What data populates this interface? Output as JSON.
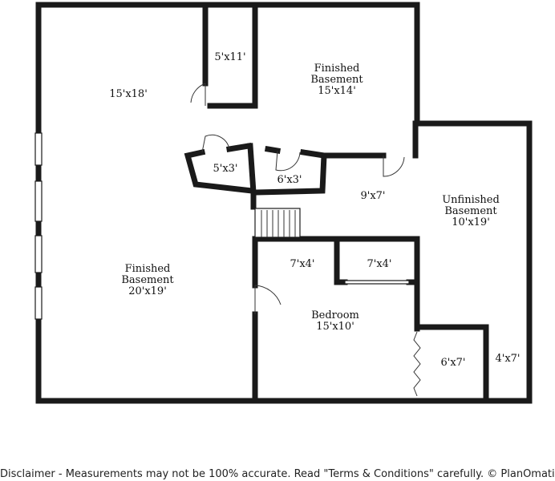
{
  "rooms": {
    "upper_left": {
      "dims": "15'x18'"
    },
    "closet_top": {
      "dims": "5'x11'"
    },
    "finished_top_right": {
      "name_line1": "Finished",
      "name_line2": "Basement",
      "dims": "15'x14'"
    },
    "closet_small_a": {
      "dims": "5'x3'"
    },
    "closet_small_b": {
      "dims": "6'x3'"
    },
    "hall": {
      "dims": "9'x7'"
    },
    "unfinished": {
      "name_line1": "Unfinished",
      "name_line2": "Basement",
      "dims": "10'x19'"
    },
    "finished_main": {
      "name_line1": "Finished",
      "name_line2": "Basement",
      "dims": "20'x19'"
    },
    "closet_bed_a": {
      "dims": "7'x4'"
    },
    "closet_bed_b": {
      "dims": "7'x4'"
    },
    "bedroom": {
      "name": "Bedroom",
      "dims": "15'x10'"
    },
    "storage_a": {
      "dims": "6'x7'"
    },
    "storage_b": {
      "dims": "4'x7'"
    }
  },
  "footer": {
    "disclaimer": "Disclaimer - Measurements may not be 100% accurate. Read \"Terms & Conditions\" carefully. © PlanOmatic"
  }
}
